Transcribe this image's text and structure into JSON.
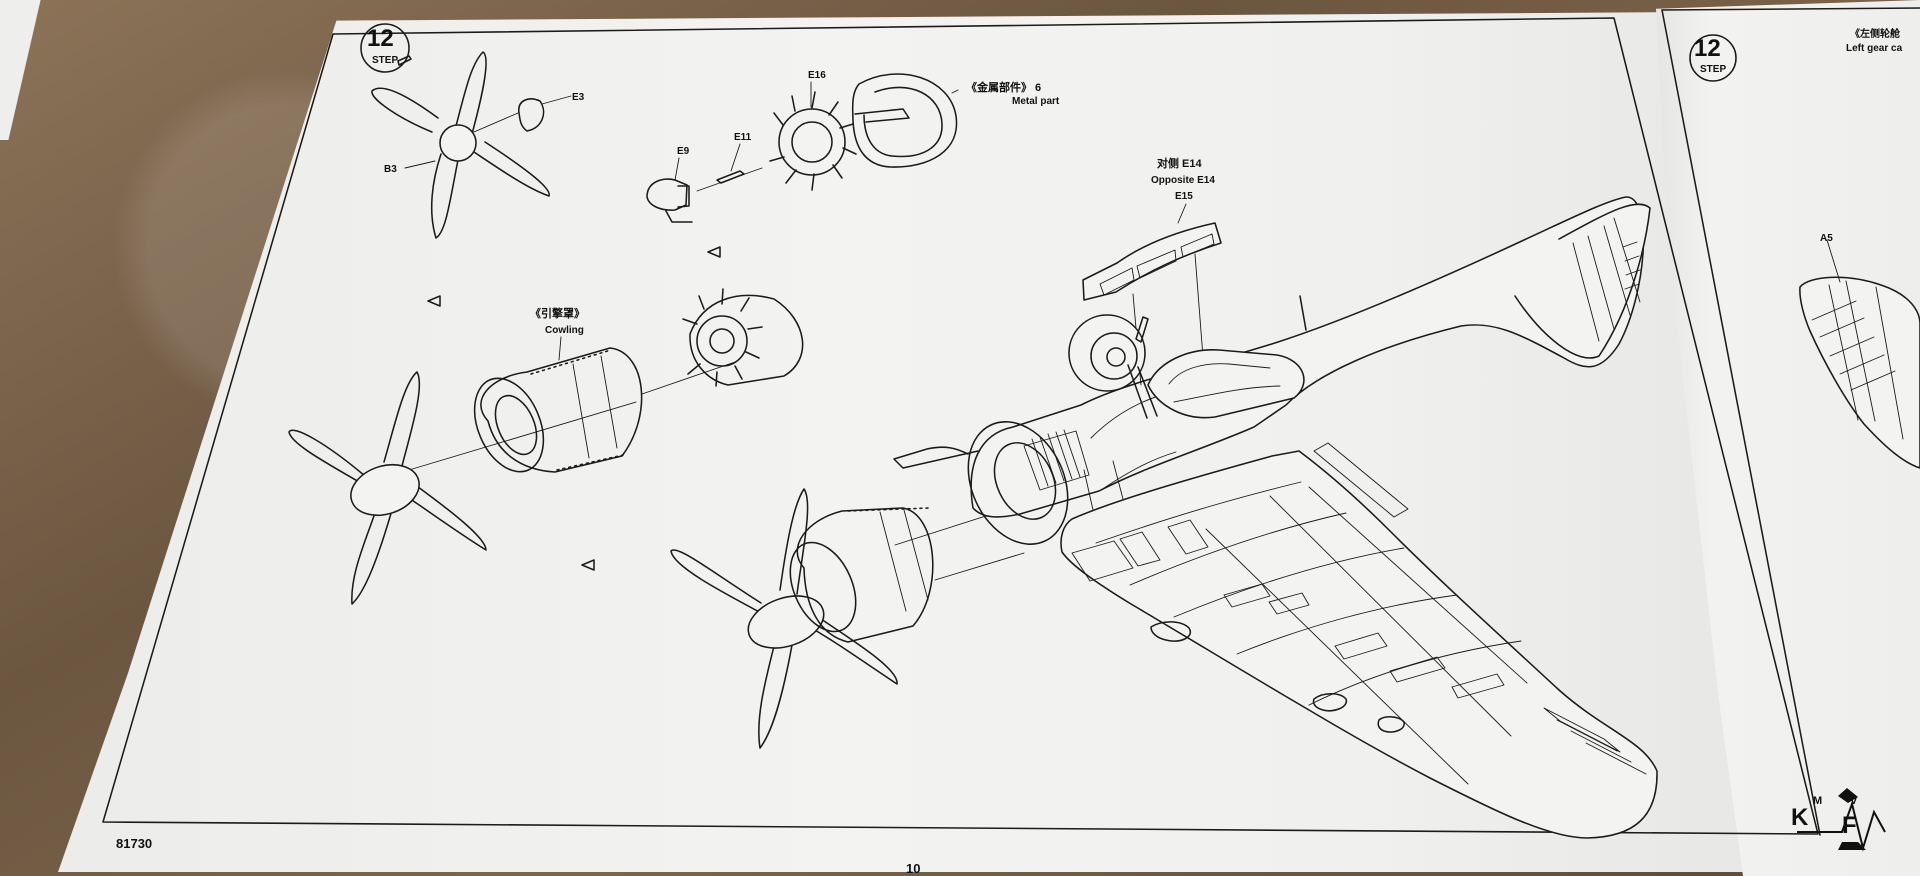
{
  "document": {
    "catalog_number": "81730",
    "page_number": "10",
    "step": {
      "number": "12",
      "word": "STEP"
    },
    "right_page": {
      "step_number": "12",
      "step_word": "STEP",
      "header_cn": "《左侧轮舱",
      "header_en": "Left gear ca",
      "part_label": "A5"
    },
    "labels": {
      "e3": "E3",
      "b3": "B3",
      "e16": "E16",
      "metal_part_cn": "《金属部件》 6",
      "metal_part_en": "Metal part",
      "e11": "E11",
      "e9": "E9",
      "opposite_cn": "对侧 E14",
      "opposite_en": "Opposite E14",
      "e15": "E15",
      "cowling_cn": "《引擎罩》",
      "cowling_en": "Cowling"
    },
    "watermark": {
      "left_letter": "K",
      "right_letter": "F",
      "top_left": "M",
      "top_right": "V"
    },
    "colors": {
      "paper": "#f0f0ee",
      "ink": "#1b1b1b",
      "table": "#7c654b",
      "watermark_blue": "#0b66b2",
      "watermark_green": "#0f9b45"
    }
  }
}
